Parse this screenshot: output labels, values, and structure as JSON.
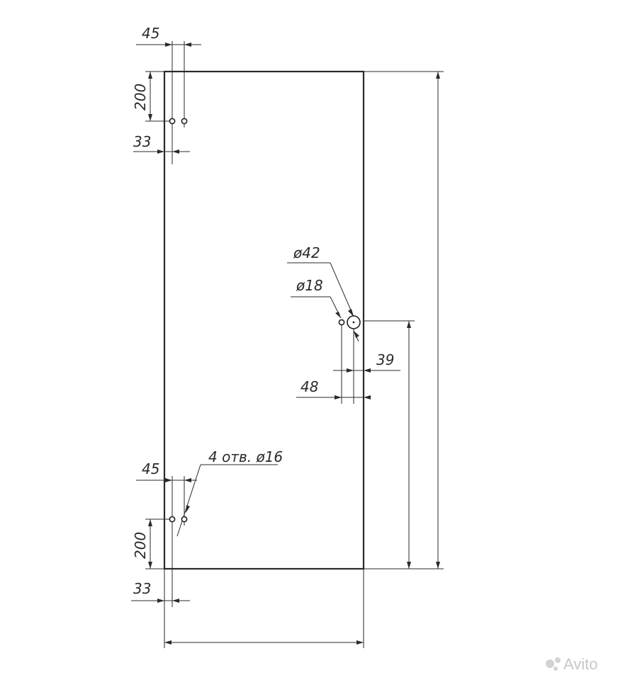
{
  "drawing": {
    "labels": {
      "top_hinge_offset": "45",
      "top_hinge_height": "200",
      "top_hinge_edge": "33",
      "handle_outer_diameter": "ø42",
      "handle_inner_diameter": "ø18",
      "handle_offset_39": "39",
      "handle_offset_48": "48",
      "holes_note": "4 отв. ø16",
      "bottom_hinge_offset": "45",
      "bottom_hinge_height": "200",
      "bottom_hinge_edge": "33"
    },
    "watermark": "Avito"
  }
}
